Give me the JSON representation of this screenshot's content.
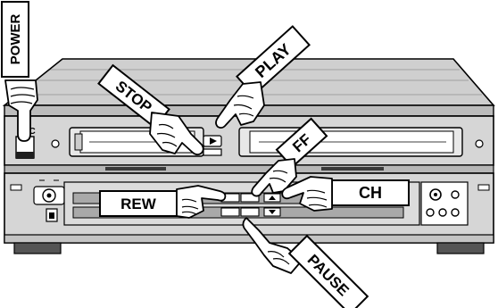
{
  "brand": "JVC",
  "labels": {
    "power": "POWER",
    "stop": "STOP",
    "play": "PLAY",
    "ff": "FF",
    "rew": "REW",
    "ch": "CH",
    "pause": "PAUSE"
  },
  "colors": {
    "line": "#000000",
    "body_light": "#d2d2d2",
    "body_mid": "#b4b4b4",
    "panel_gray": "#a9a9a9",
    "dark": "#1e1e1e",
    "paper": "#ffffff"
  }
}
